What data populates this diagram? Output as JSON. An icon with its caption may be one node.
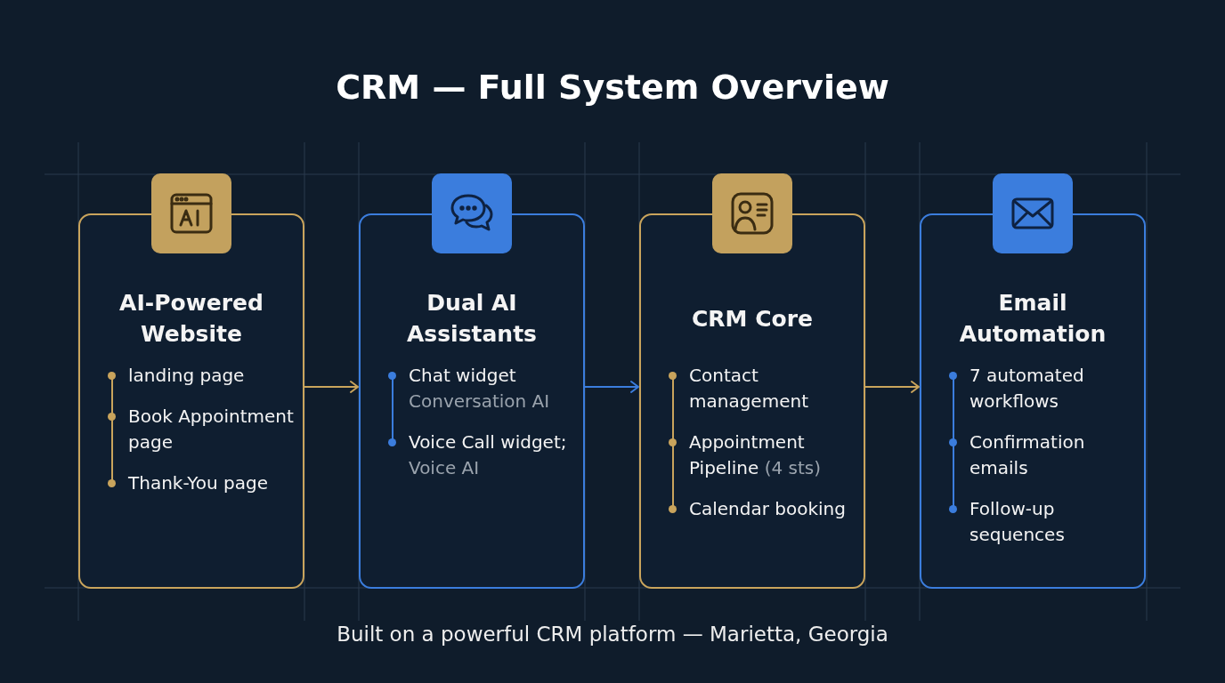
{
  "diagram": {
    "title": "CRM — Full System Overview",
    "caption": "Built on a powerful CRM platform — Marietta, Georgia",
    "nodes": [
      {
        "text": [
          "AI-Powered Website",
          "landing page",
          "Book Appointment page",
          "Thank-You page"
        ]
      },
      {
        "text": [
          "Dual AI Assistants",
          "Chat widget",
          "Conversation AI",
          "Voice Call widget;",
          "Voice AI"
        ]
      },
      {
        "text": [
          "CRM Core",
          "Contact management",
          "Appointment Pipeline",
          "(4 sts)",
          "Calendar booking"
        ]
      },
      {
        "text": [
          "Email Automation",
          "7 automated workflows",
          "Confirmation emails",
          "Follow-up sequences"
        ]
      }
    ],
    "edges": [
      {
        "from": 0,
        "to": 1,
        "arrow": "to"
      },
      {
        "from": 1,
        "to": 2,
        "arrow": "to",
        "color": "#3b7ddd"
      },
      {
        "from": 2,
        "to": 3,
        "arrow": "to"
      }
    ]
  }
}
